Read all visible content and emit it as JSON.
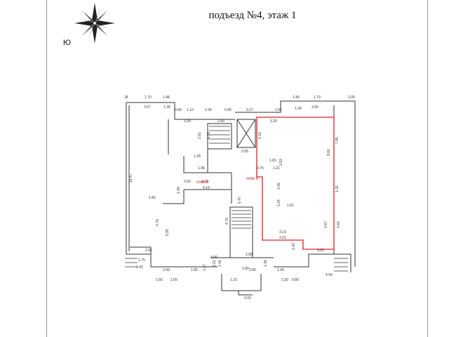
{
  "header": {
    "title": "подъезд №4, этаж 1"
  },
  "compass": {
    "label": "Ю",
    "icon": "compass-rose-icon"
  },
  "plan": {
    "rooms": [
      {
        "label": "пом.8",
        "color": "#cc2222"
      },
      {
        "label": "пом.9",
        "color": "#cc2222"
      }
    ],
    "highlight_color": "#e8454f",
    "line_color": "#333333",
    "dimensions": [
      "18",
      "1.70",
      "1.48",
      "1.46",
      "1.70",
      "2.05",
      "3.57",
      "1.28",
      "0.66",
      "1.10",
      "2.36",
      "0.90",
      "3.27",
      "1.85",
      "1.34",
      "3.60",
      "3.28",
      "2.43",
      "3.26",
      "2.81",
      "4.18",
      "4.15",
      "2.05",
      "8.66",
      "7.95",
      "1.28",
      "1.46",
      "1.81",
      "0.75",
      "1.21",
      "0.53",
      "0.92",
      "19.47",
      "4.24",
      "6.47",
      "4.19",
      "1.82",
      "1.49",
      "1.05",
      "1.81",
      "1.04",
      "1.32",
      "4.79",
      "5.95",
      "4.79",
      "3.19",
      "3.21",
      "4.57",
      "4.60",
      "2.96",
      "3.00",
      "2.99",
      "2.42",
      "3.00",
      "1.75",
      "1.42",
      "1.80",
      "1.38",
      "1.22",
      "1.06",
      "2.49",
      "1.85",
      "1.27",
      "2.49",
      "2.80",
      "1.66",
      "1.55",
      "1.30",
      "0.80",
      "1.23",
      "4.43",
      "3.43"
    ]
  }
}
